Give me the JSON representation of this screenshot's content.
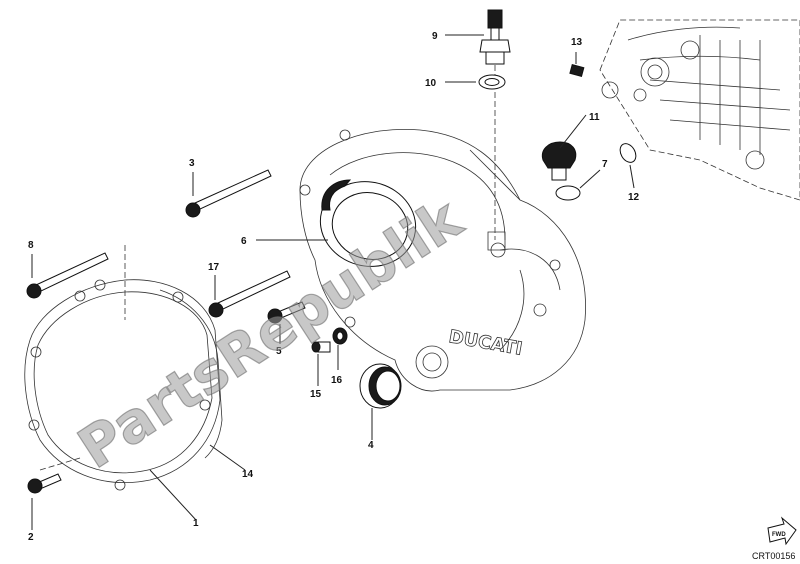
{
  "diagram": {
    "callouts": [
      "1",
      "2",
      "3",
      "4",
      "5",
      "6",
      "7",
      "8",
      "9",
      "10",
      "11",
      "12",
      "13",
      "14",
      "15",
      "16",
      "17"
    ],
    "watermark": "PartsRepublik",
    "logo_text": "DUCATI",
    "fwd_label": "FWD",
    "ref_code": "CRT00156"
  }
}
